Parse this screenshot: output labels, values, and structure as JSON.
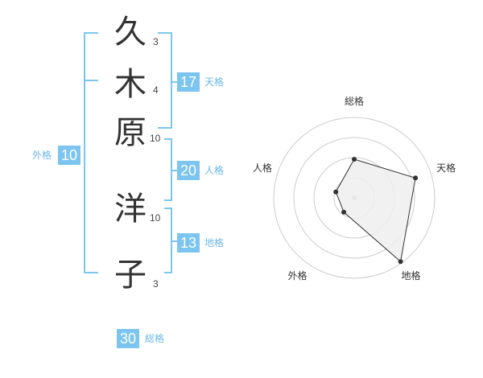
{
  "name": {
    "characters": [
      {
        "char": "久",
        "strokes": "3"
      },
      {
        "char": "木",
        "strokes": "4"
      },
      {
        "char": "原",
        "strokes": "10"
      },
      {
        "char": "洋",
        "strokes": "10"
      },
      {
        "char": "子",
        "strokes": "3"
      }
    ]
  },
  "fortunes": {
    "tenkaku": {
      "value": "17",
      "label": "天格"
    },
    "jinkaku": {
      "value": "20",
      "label": "人格"
    },
    "chikaku": {
      "value": "13",
      "label": "地格"
    },
    "gaikaku": {
      "value": "10",
      "label": "外格"
    },
    "soukaku": {
      "value": "30",
      "label": "総格"
    }
  },
  "colors": {
    "accent": "#7cc5f0",
    "accent_text": "#6cb8e6",
    "radar_fill": "#eeeeee",
    "ring": "#cccccc"
  },
  "chart_data": {
    "type": "radar",
    "categories": [
      "総格",
      "天格",
      "地格",
      "外格",
      "人格"
    ],
    "values": [
      0.48,
      0.8,
      0.98,
      0.22,
      0.24
    ],
    "range": [
      0,
      1
    ],
    "rings": 4,
    "grid": true
  }
}
